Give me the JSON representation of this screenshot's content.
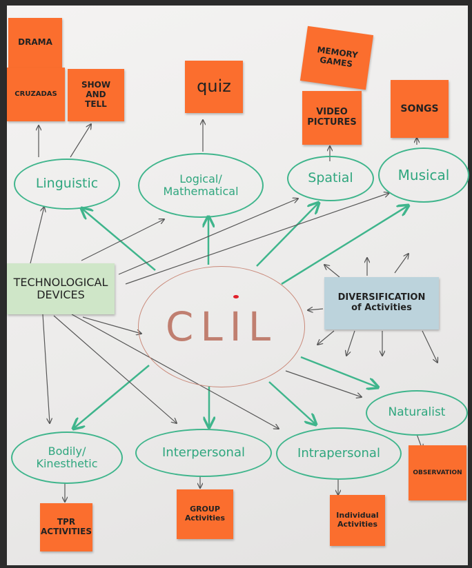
{
  "intelligences": {
    "linguistic": "Linguistic",
    "logical": "Logical/\nMathematical",
    "spatial": "Spatial",
    "musical": "Musical",
    "bodily": "Bodily/\nKinesthetic",
    "interpersonal": "Interpersonal",
    "intrapersonal": "Intrapersonal",
    "naturalist": "Naturalist"
  },
  "center": "CLIL",
  "notes": {
    "drama": "DRAMA",
    "cruzadas": "CRUZADAS",
    "show_and_tell": "SHOW\nAND\nTELL",
    "quiz": "quiz",
    "memory_games": "MEMORY\nGAMES",
    "video_pictures": "VIDEO\nPICTURES",
    "songs": "SONGS",
    "tpr_activities": "TPR\nACTIVITIES",
    "group_activities": "GROUP\nActivities",
    "individual_activities": "Individual\nActivities",
    "observation": "OBSERVATION"
  },
  "technological_devices": "TECHNOLOGICAL\nDEVICES",
  "diversification": "DIVERSIFICATION\nof Activities",
  "colors": {
    "paper": "#efeeed",
    "sticky_orange": "#fb6e2e",
    "green_note": "#cfe6c8",
    "blue_note": "#bcd3dc",
    "green_ink": "#3fb58c",
    "dark_ink": "#555555",
    "center_ink": "#c07f70"
  }
}
